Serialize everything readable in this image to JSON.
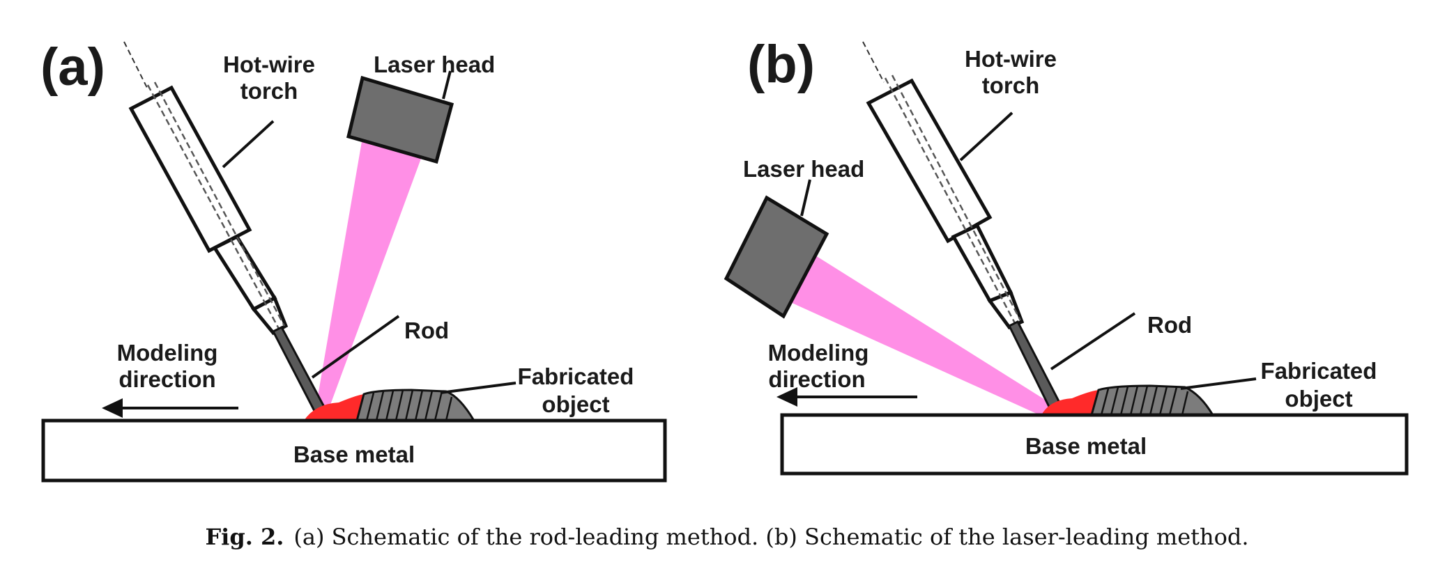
{
  "figure": {
    "panels": [
      {
        "id": "a",
        "label": "(a)",
        "hot_wire_torch_label_1": "Hot-wire",
        "hot_wire_torch_label_2": "torch",
        "laser_head_label": "Laser head",
        "rod_label": "Rod",
        "modeling_direction_label_1": "Modeling",
        "modeling_direction_label_2": "direction",
        "fabricated_object_label_1": "Fabricated",
        "fabricated_object_label_2": "object",
        "base_metal_label": "Base metal"
      },
      {
        "id": "b",
        "label": "(b)",
        "hot_wire_torch_label_1": "Hot-wire",
        "hot_wire_torch_label_2": "torch",
        "laser_head_label": "Laser head",
        "rod_label": "Rod",
        "modeling_direction_label_1": "Modeling",
        "modeling_direction_label_2": "direction",
        "fabricated_object_label_1": "Fabricated",
        "fabricated_object_label_2": "object",
        "base_metal_label": "Base metal"
      }
    ],
    "colors": {
      "laser_beam": "#ff8fe6",
      "laser_head": "#6e6e6e",
      "melt_pool": "#ff2a2a",
      "fabricated_object": "#7c7c7c",
      "outline": "#111111"
    }
  },
  "caption": {
    "fig_label": "Fig. 2.",
    "text": "(a) Schematic of the rod-leading method. (b) Schematic of the laser-leading method."
  }
}
